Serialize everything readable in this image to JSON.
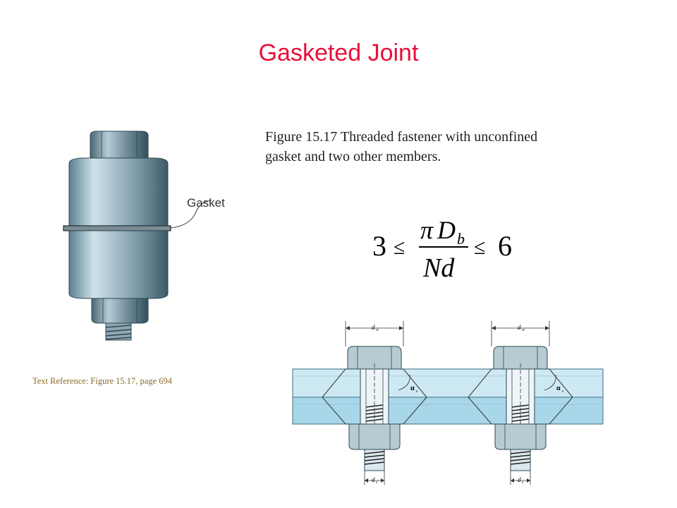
{
  "slide": {
    "title": "Gasketed Joint",
    "caption_line1": "Figure 15.17  Threaded fastener with unconfined",
    "caption_line2": "gasket and two other members.",
    "reference": "Text Reference:  Figure 15.17,  page 694"
  },
  "bolt_figure": {
    "gasket_label": "Gasket"
  },
  "equation": {
    "left_bound": "3",
    "relation": "≤",
    "pi": "π",
    "numerator_var": "D",
    "numerator_sub": "b",
    "denominator": "Nd",
    "right_bound": "6"
  },
  "section_figure": {
    "top_dim_label": "d",
    "top_dim_sub": "w",
    "bottom_dim_label": "d",
    "bottom_dim_sub": "c",
    "angle_label": "α",
    "angle_sub": "s"
  }
}
